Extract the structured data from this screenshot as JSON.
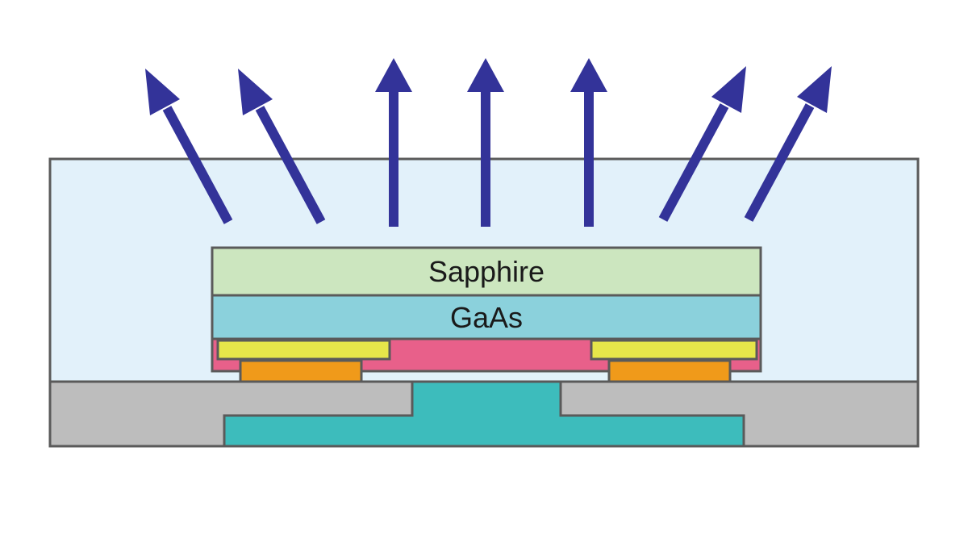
{
  "layers": {
    "sapphire": {
      "label": "Sapphire",
      "color": "#cce6bf"
    },
    "gaas": {
      "label": "GaAs",
      "color": "#8bd1dc"
    },
    "epi": {
      "color": "#e8608a"
    },
    "contacts": {
      "color": "#e6e64a"
    },
    "bumps": {
      "color": "#f09a1a"
    },
    "encapsulant": {
      "color": "#e2f1fa"
    },
    "submount": {
      "color": "#bdbdbd"
    },
    "heatsink": {
      "color": "#3dbcbc"
    }
  },
  "arrows": {
    "count": 7,
    "color": "#333399"
  },
  "outline_color": "#5a5a5a"
}
